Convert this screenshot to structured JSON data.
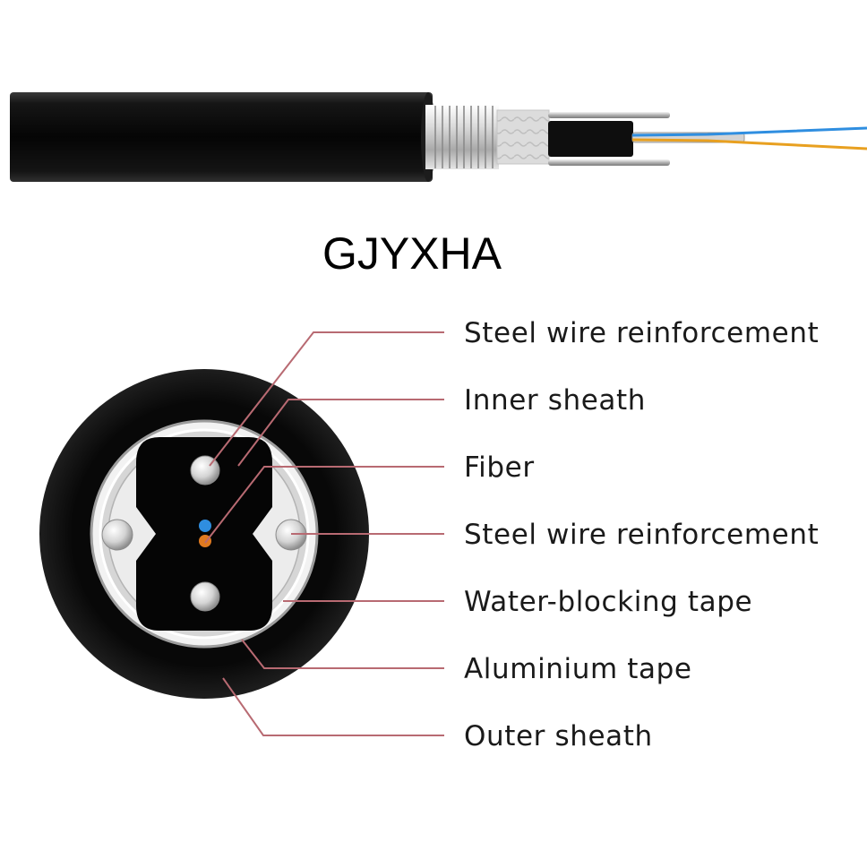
{
  "title": "GJYXHA",
  "labels": [
    "Steel wire reinforcement",
    "Inner sheath",
    "Fiber",
    "Steel wire reinforcement",
    "Water-blocking tape",
    "Aluminium tape",
    "Outer sheath"
  ],
  "colors": {
    "sheath": "#0a0a0a",
    "leader_line": "#b86a72",
    "fiber_blue": "#2f8ee0",
    "fiber_orange": "#e07a20",
    "steel": "#c9c9c9"
  }
}
